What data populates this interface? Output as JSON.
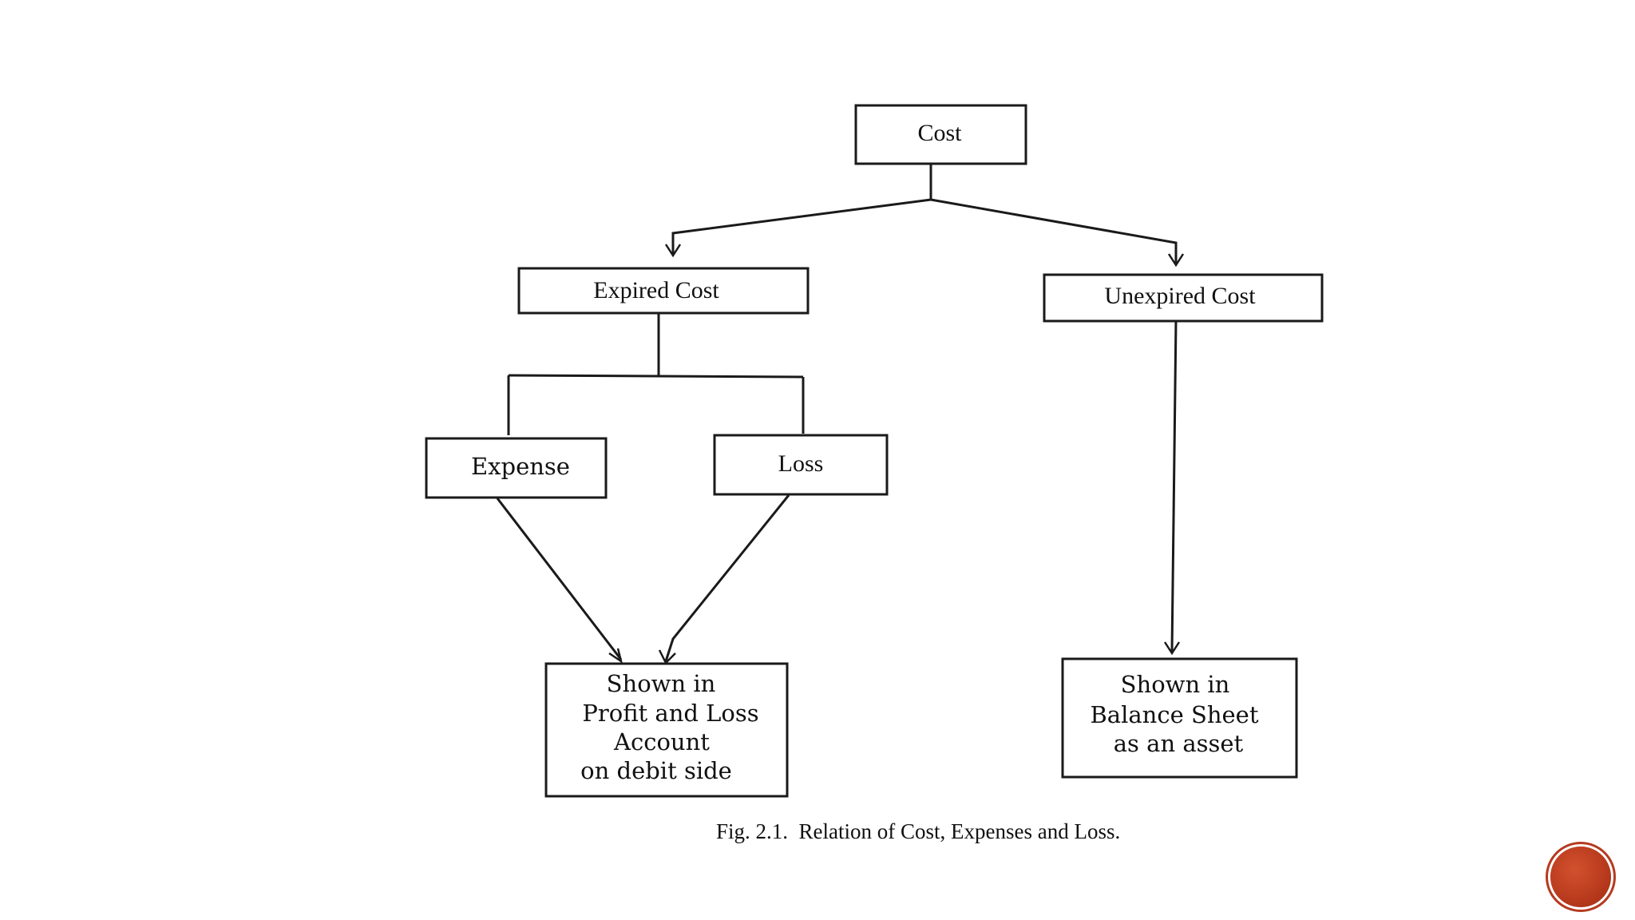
{
  "diagram": {
    "nodes": {
      "cost": "Cost",
      "expired_cost": "Expired Cost",
      "unexpired_cost": "Unexpired Cost",
      "expense": "Expense",
      "loss": "Loss",
      "pl_line1": "Shown in",
      "pl_line2": "Profit and Loss",
      "pl_line3": "Account",
      "pl_line4": "on debit side",
      "bs_line1": "Shown  in",
      "bs_line2": "Balance Sheet",
      "bs_line3": "as an asset"
    },
    "caption": "Fig. 2.1.  Relation of Cost, Expenses and Loss."
  },
  "colors": {
    "badge": "#b83a1d",
    "ink": "#1a1a1a"
  }
}
